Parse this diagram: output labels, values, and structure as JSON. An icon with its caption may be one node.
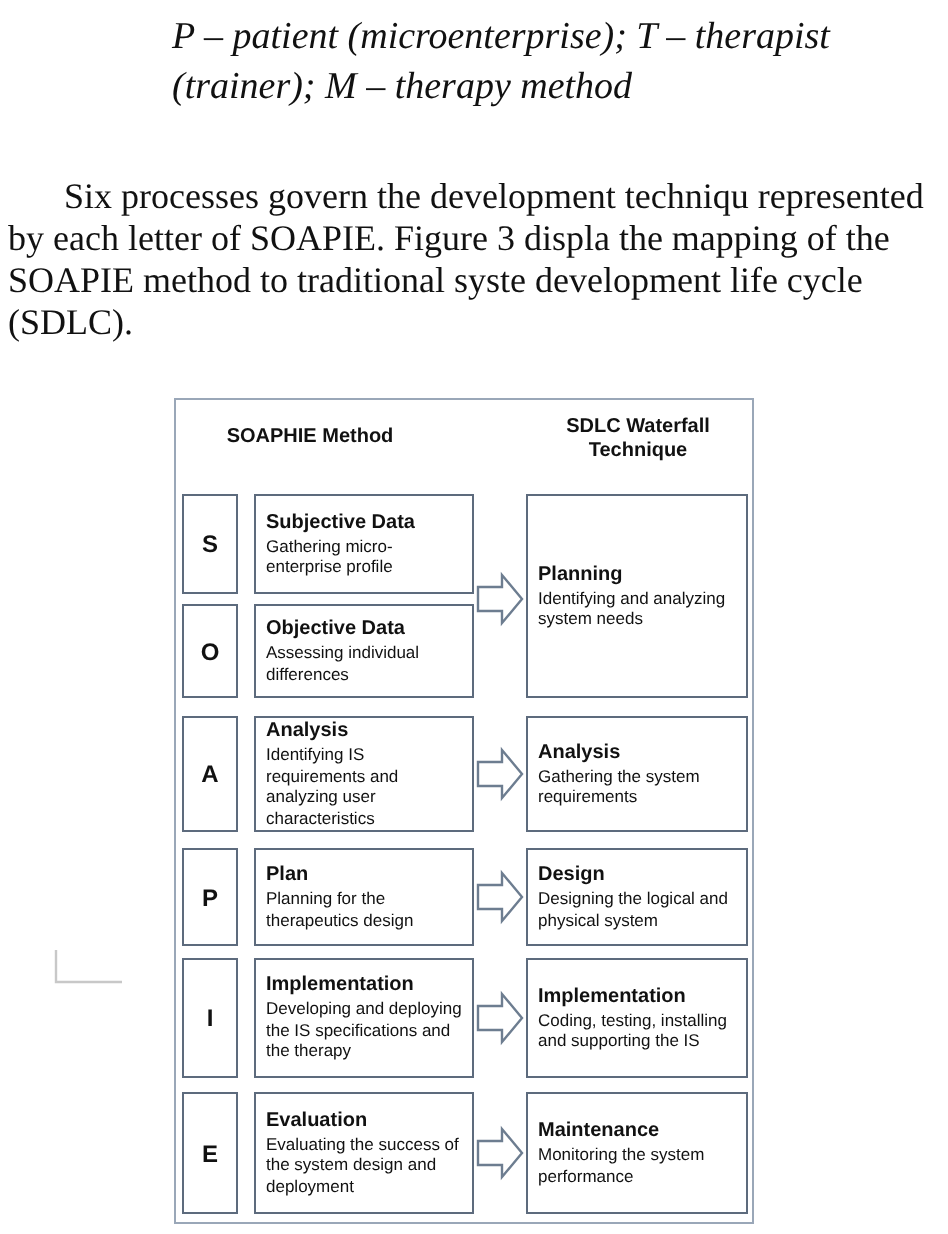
{
  "diagram": {
    "nodes": [
      {
        "text": [
          "SOAPHIE Method",
          "SDLC Waterfall Technique"
        ]
      },
      {
        "text": [
          "S"
        ],
        "in": 0
      },
      {
        "text": [
          "Subjective Data",
          "Gathering micro-enterprise profile"
        ],
        "in": 0
      },
      {
        "text": [
          "Planning",
          "Identifying and analyzing system needs"
        ],
        "in": 0
      },
      {
        "text": [
          "O"
        ],
        "in": 0
      },
      {
        "text": [
          "Objective Data",
          "Assessing individual differences"
        ],
        "in": 0
      },
      {
        "text": [
          "A"
        ],
        "in": 0
      },
      {
        "text": [
          "Analysis",
          "Identifying IS requirements and analyzing user characteristics"
        ],
        "in": 0
      },
      {
        "text": [
          "Analysis",
          "Gathering the system requirements"
        ],
        "in": 0
      },
      {
        "text": [
          "P"
        ],
        "in": 0
      },
      {
        "text": [
          "Plan",
          "Planning for the therapeutics design"
        ],
        "in": 0
      },
      {
        "text": [
          "Design",
          "Designing the logical and physical system"
        ],
        "in": 0
      },
      {
        "text": [
          "I"
        ],
        "in": 0
      },
      {
        "text": [
          "Implementation",
          "Developing and deploying the IS specifications and the therapy"
        ],
        "in": 0
      },
      {
        "text": [
          "Implementation",
          "Coding, testing, installing and supporting the IS"
        ],
        "in": 0
      },
      {
        "text": [
          "E"
        ],
        "in": 0
      },
      {
        "text": [
          "Evaluation",
          "Evaluating the success of the system design and deployment"
        ],
        "in": 0
      },
      {
        "text": [
          "Maintenance",
          "Monitoring the system performance"
        ],
        "in": 0
      }
    ],
    "edges": [
      {
        "from": 2,
        "to": 3,
        "arrow": "to"
      },
      {
        "from": 5,
        "to": 3,
        "arrow": "to"
      },
      {
        "from": 7,
        "to": 8,
        "arrow": "to"
      },
      {
        "from": 10,
        "to": 11,
        "arrow": "to"
      },
      {
        "from": 13,
        "to": 14,
        "arrow": "to"
      },
      {
        "from": 16,
        "to": 17,
        "arrow": "to"
      }
    ],
    "labels": [
      "P – patient (microenterprise); T – therapist (trainer); M – therapy method",
      "Six processes govern the development techniqu represented by each letter of SOAPIE. Figure 3 displa the mapping of the SOAPIE method to traditional syste development life cycle (SDLC)."
    ]
  }
}
